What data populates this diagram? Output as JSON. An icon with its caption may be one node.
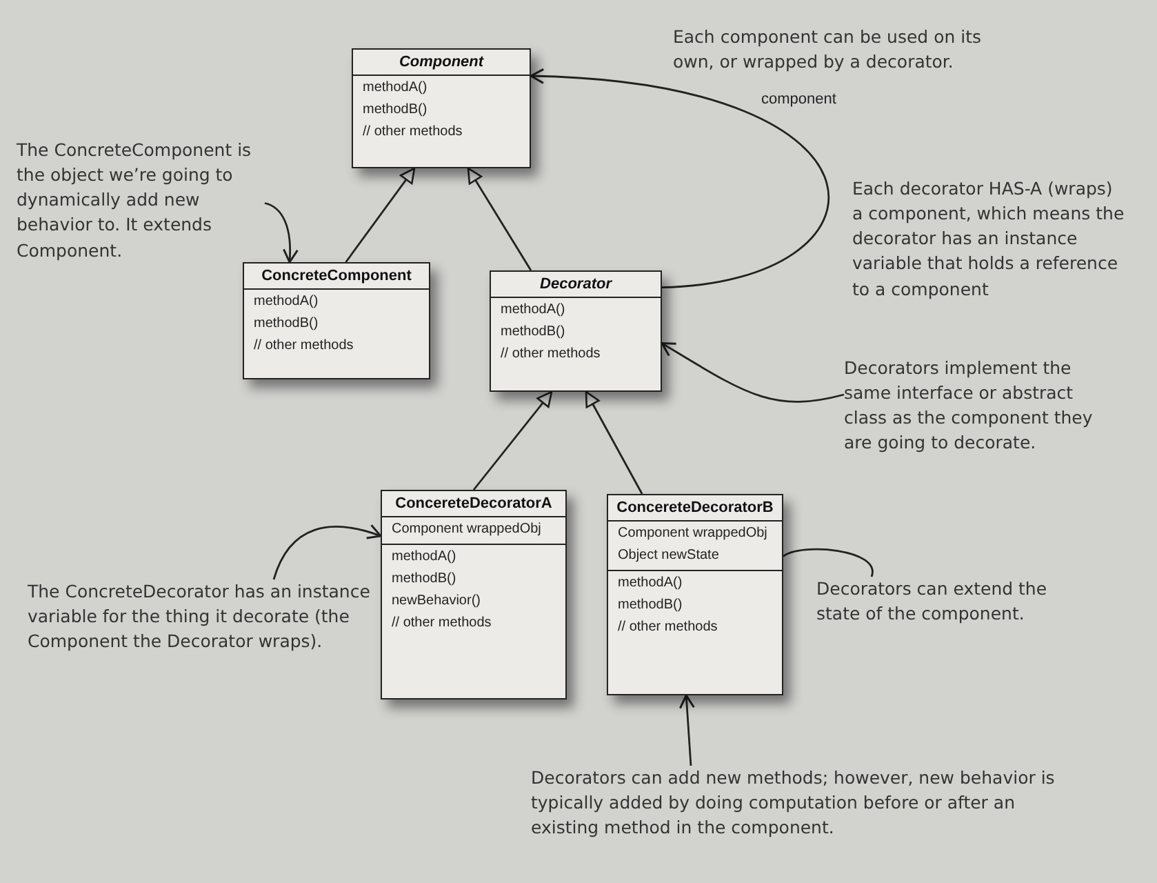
{
  "diagram": {
    "nodes": [
      {
        "text": [
          "Component",
          "methodA()",
          "methodB()",
          "// other methods"
        ]
      },
      {
        "text": [
          "ConcreteComponent",
          "methodA()",
          "methodB()",
          "// other methods"
        ]
      },
      {
        "text": [
          "Decorator",
          "methodA()",
          "methodB()",
          "// other methods"
        ]
      },
      {
        "text": [
          "ConcereteDecoratorA",
          "Component wrappedObj",
          "methodA()",
          "methodB()",
          "newBehavior()",
          "// other methods"
        ]
      },
      {
        "text": [
          "ConcereteDecoratorB",
          "Component wrappedObj",
          "Object newState",
          "methodA()",
          "methodB()",
          "// other methods"
        ]
      },
      {
        "text": [
          "The ConcreteComponent is the object we’re going to dynamically add new behavior to. It extends Component."
        ]
      },
      {
        "text": [
          "Decorators implement the same interface or abstract class as the component they are going to decorate."
        ]
      },
      {
        "text": [
          "The ConcreteDecorator has an instance variable for the thing it decorate (the Component the Decorator wraps)."
        ]
      },
      {
        "text": [
          "Decorators can extend the state of the component."
        ]
      },
      {
        "text": [
          "Decorators can add new methods; however, new behavior is typically added by doing computation before or after an existing method in the component."
        ]
      }
    ],
    "edges": [
      {
        "from": 1,
        "to": 0,
        "arrow": "to"
      },
      {
        "from": 2,
        "to": 0,
        "arrow": "to"
      },
      {
        "from": 3,
        "to": 2,
        "arrow": "to"
      },
      {
        "from": 4,
        "to": 2,
        "arrow": "to"
      },
      {
        "from": 2,
        "to": 0,
        "arrow": "to",
        "label": "component"
      },
      {
        "from": 5,
        "to": 1,
        "arrow": "to"
      },
      {
        "from": 6,
        "to": 2,
        "arrow": "to"
      },
      {
        "from": 7,
        "to": 3,
        "arrow": "to"
      },
      {
        "from": 8,
        "to": 4,
        "arrow": "none"
      },
      {
        "from": 9,
        "to": 4,
        "arrow": "to"
      }
    ],
    "labels": [
      "Each component can be used on its own, or wrapped by a decorator.",
      "Each decorator HAS-A (wraps) a component, which means the decorator has an instance variable that holds a reference to a component"
    ]
  }
}
